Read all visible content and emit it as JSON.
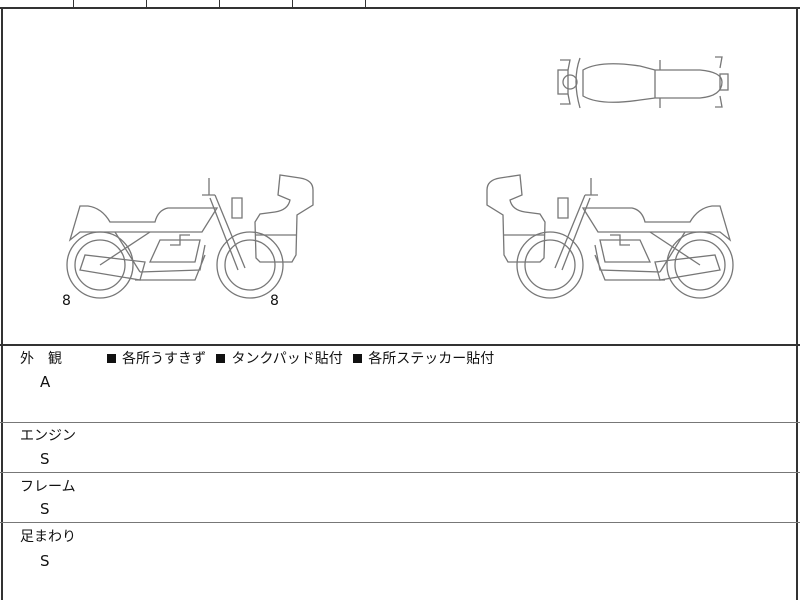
{
  "diagram": {
    "damage_markers": [
      "8",
      "8"
    ]
  },
  "sections": [
    {
      "label": "外　観",
      "grade": "A",
      "notes": [
        "各所うすきず",
        "タンクパッド貼付",
        "各所ステッカー貼付"
      ]
    },
    {
      "label": "エンジン",
      "grade": "S"
    },
    {
      "label": "フレーム",
      "grade": "S"
    },
    {
      "label": "足まわり",
      "grade": "S"
    }
  ]
}
